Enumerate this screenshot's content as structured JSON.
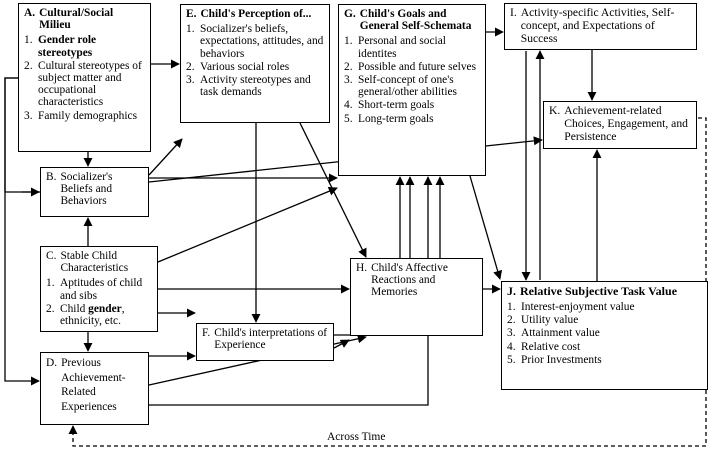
{
  "boxes": {
    "a": {
      "label": "A.",
      "title": "Cultural/Social Milieu",
      "items": [
        {
          "num": "1.",
          "text": "Gender role stereotypes"
        },
        {
          "num": "2.",
          "text": "Cultural stereotypes of subject matter and occupational characteristics"
        },
        {
          "num": "3.",
          "text": "Family demographics"
        }
      ]
    },
    "b": {
      "label": "B.",
      "title": "Socializer's Beliefs and Behaviors"
    },
    "c": {
      "label": "C.",
      "title": "Stable Child Characteristics",
      "items": [
        {
          "num": "1.",
          "text": "Aptitudes of child and sibs"
        },
        {
          "num": "2.",
          "text_pre": "Child ",
          "text_bold": "gender",
          "text_post": ", ethnicity, etc."
        }
      ]
    },
    "d": {
      "label": "D.",
      "title": "Previous Achievement-Related Experiences"
    },
    "e": {
      "label": "E.",
      "title": "Child's Perception of...",
      "items": [
        {
          "num": "1.",
          "text": "Socializer's beliefs, expectations, attitudes, and behaviors"
        },
        {
          "num": "2.",
          "text": "Various social roles"
        },
        {
          "num": "3.",
          "text": "Activity stereotypes and task demands"
        }
      ]
    },
    "f": {
      "label": "F.",
      "title": "Child's interpretations of Experience"
    },
    "g": {
      "label": "G.",
      "title": "Child's Goals and General Self-Schemata",
      "items": [
        {
          "num": "1.",
          "text": "Personal and social identites"
        },
        {
          "num": "2.",
          "text": "Possible and future selves"
        },
        {
          "num": "3.",
          "text": "Self-concept of one's general/other abilities"
        },
        {
          "num": "4.",
          "text": "Short-term goals"
        },
        {
          "num": "5.",
          "text": "Long-term goals"
        }
      ]
    },
    "h": {
      "label": "H.",
      "title": "Child's Affective Reactions and Memories"
    },
    "i": {
      "label": "I.",
      "title": "Activity-specific Activities, Self-concept, and Expectations of Success"
    },
    "j": {
      "label": "J.",
      "title": "Relative Subjective Task Value",
      "items": [
        {
          "num": "1.",
          "text": "Interest-enjoyment value"
        },
        {
          "num": "2.",
          "text": "Utility value"
        },
        {
          "num": "3.",
          "text": "Attainment value"
        },
        {
          "num": "4.",
          "text": "Relative cost"
        },
        {
          "num": "5.",
          "text": "Prior Investments"
        }
      ]
    },
    "k": {
      "label": "K.",
      "title": "Achievement-related Choices, Engagement, and Persistence"
    }
  },
  "across_time_label": "Across Time"
}
